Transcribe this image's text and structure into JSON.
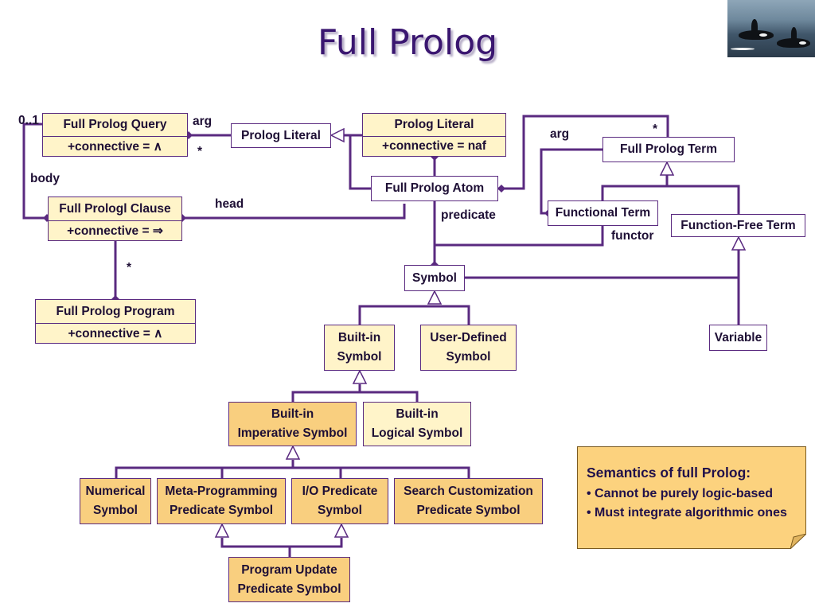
{
  "slide": {
    "title": "Full Prolog"
  },
  "photo": {
    "icon": "orca-whales-photo"
  },
  "boxes": {
    "query": {
      "name": "Full Prolog Query",
      "attr": "+connective = ∧"
    },
    "literal_small": {
      "name": "Prolog Literal"
    },
    "literal": {
      "name": "Prolog Literal",
      "attr": "+connective = naf"
    },
    "term": {
      "name": "Full Prolog Term"
    },
    "clause": {
      "name": "Full Prologl Clause",
      "attr": "+connective = ⇒"
    },
    "atom": {
      "name": "Full Prolog Atom"
    },
    "functional": {
      "name": "Functional Term"
    },
    "function_free": {
      "name": "Function-Free Term"
    },
    "program": {
      "name": "Full Prolog  Program",
      "attr": "+connective = ∧"
    },
    "symbol": {
      "name": "Symbol"
    },
    "builtin": {
      "line1": "Built-in",
      "line2": "Symbol"
    },
    "user_defined": {
      "line1": "User-Defined",
      "line2": "Symbol"
    },
    "variable": {
      "name": "Variable"
    },
    "builtin_imperative": {
      "line1": "Built-in",
      "line2": "Imperative Symbol"
    },
    "builtin_logical": {
      "line1": "Built-in",
      "line2": "Logical Symbol"
    },
    "numerical": {
      "line1": "Numerical",
      "line2": "Symbol"
    },
    "meta": {
      "line1": "Meta-Programming",
      "line2": "Predicate Symbol"
    },
    "io": {
      "line1": "I/O Predicate",
      "line2": "Symbol"
    },
    "search": {
      "line1": "Search Customization",
      "line2": "Predicate Symbol"
    },
    "update": {
      "line1": "Program Update",
      "line2": "Predicate Symbol"
    }
  },
  "labels": {
    "mult_0_1": "0..1",
    "arg_query": "arg",
    "star_query": "*",
    "body": "body",
    "head": "head",
    "star_program": "*",
    "arg_term": "arg",
    "star_term": "*",
    "predicate": "predicate",
    "functor": "functor"
  },
  "note": {
    "title": "Semantics of full Prolog:",
    "bullets": [
      "• Cannot be purely logic-based",
      "• Must integrate algorithmic ones"
    ]
  },
  "colors": {
    "line": "#5a2a80",
    "title": "#3a1670",
    "box_yellow": "#fff4c9",
    "box_orange": "#f9cf7f",
    "note": "#fcd27e"
  }
}
